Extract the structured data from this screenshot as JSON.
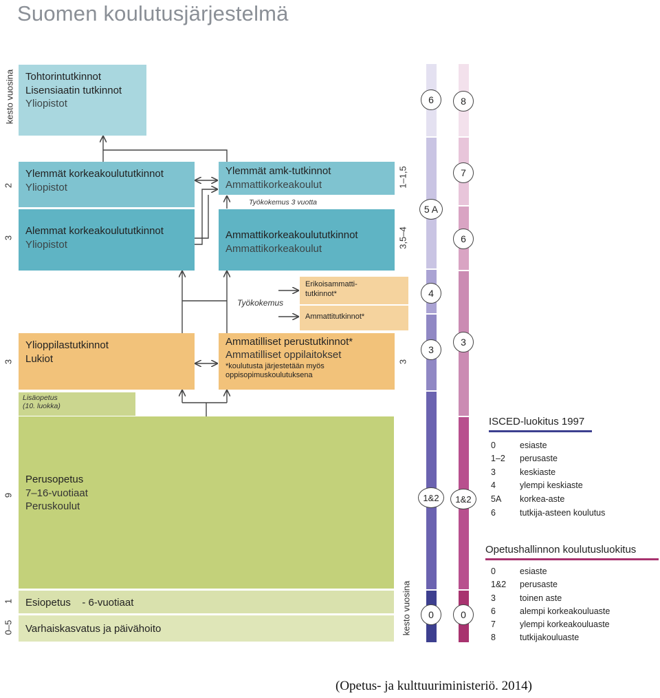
{
  "title": "Suomen koulutusjärjestelmä",
  "left_axis": {
    "label": "kesto vuosina",
    "durations": [
      "2",
      "3",
      "3",
      "9",
      "1",
      "0–5"
    ]
  },
  "right_axis": {
    "label": "kesto vuosina",
    "durations": [
      "1–1,5",
      "3,5–4",
      "3"
    ]
  },
  "boxes": {
    "tohtori": {
      "line1": "Tohtorintutkinnot",
      "line2": "Lisensiaatin tutkinnot",
      "line3": "Yliopistot"
    },
    "ylemmat": {
      "line1": "Ylemmät korkeakoulututkinnot",
      "line2": "Yliopistot"
    },
    "alemmat": {
      "line1": "Alemmat korkeakoulututkinnot",
      "line2": "Yliopistot"
    },
    "ylemmat_amk": {
      "line1": "Ylemmät amk-tutkinnot",
      "line2": "Ammattikorkeakoulut"
    },
    "amk": {
      "line1": "Ammattikorkeakoulututkinnot",
      "line2": "Ammattikorkeakoulut"
    },
    "erikois": {
      "line1": "Erikoisammatti-",
      "line2": "tutkinnot*"
    },
    "ammattitutkinnot": {
      "line1": "Ammattitutkinnot*"
    },
    "lukio": {
      "line1": "Ylioppilastutkinnot",
      "line2": "Lukiot"
    },
    "ammatilliset": {
      "line1": "Ammatilliset perustutkinnot*",
      "line2": "Ammatilliset oppilaitokset",
      "note1": "*koulutusta järjestetään myös",
      "note2": "oppisopimuskoulutuksena"
    },
    "lisaopetus": {
      "line1": "Lisäopetus",
      "line2": "(10. luokka)"
    },
    "perusopetus": {
      "line1": "Perusopetus",
      "line2": "7–16-vuotiaat",
      "line3": "Peruskoulut"
    },
    "esiopetus": {
      "line1": "Esiopetus",
      "line2": "- 6-vuotiaat"
    },
    "varhais": {
      "line1": "Varhaiskasvatus ja päivähoito"
    }
  },
  "annotations": {
    "tyokokemus3": "Työkokemus 3 vuotta",
    "tyokokemus": "Työkokemus"
  },
  "isced_scale": {
    "color": "#6b63b0",
    "levels": [
      "6",
      "5 A",
      "4",
      "3",
      "1&2",
      "0"
    ]
  },
  "opetushallinto_scale": {
    "color": "#b8508e",
    "levels": [
      "8",
      "7",
      "6",
      "3",
      "1&2",
      "0"
    ]
  },
  "legend_isced": {
    "heading": "ISCED-luokitus 1997",
    "color": "#3d3f8f",
    "rows": [
      {
        "code": "0",
        "label": "esiaste"
      },
      {
        "code": "1–2",
        "label": "perusaste"
      },
      {
        "code": "3",
        "label": "keskiaste"
      },
      {
        "code": "4",
        "label": "ylempi keskiaste"
      },
      {
        "code": "5A",
        "label": "korkea-aste"
      },
      {
        "code": "6",
        "label": "tutkija-asteen koulutus"
      }
    ]
  },
  "legend_oph": {
    "heading": "Opetushallinnon koulutusluokitus",
    "color": "#a8336f",
    "rows": [
      {
        "code": "0",
        "label": "esiaste"
      },
      {
        "code": "1&2",
        "label": "perusaste"
      },
      {
        "code": "3",
        "label": "toinen aste"
      },
      {
        "code": "6",
        "label": "alempi korkeakouluaste"
      },
      {
        "code": "7",
        "label": "ylempi korkeakouluaste"
      },
      {
        "code": "8",
        "label": "tutkijakouluaste"
      }
    ]
  },
  "caption": "(Opetus- ja kulttuuriministeriö. 2014)"
}
